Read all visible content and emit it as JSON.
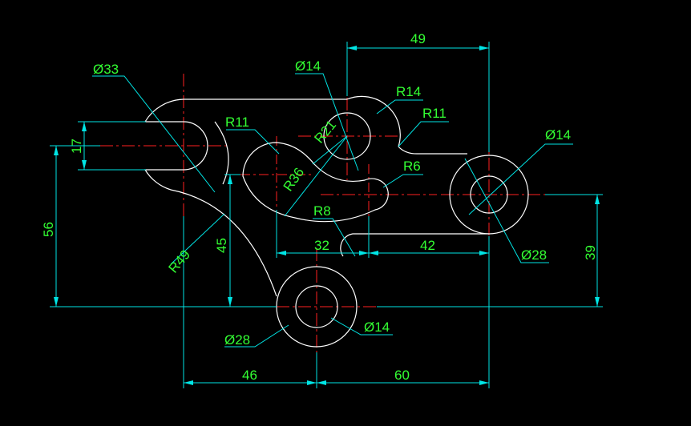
{
  "colors": {
    "background": "#000000",
    "geometry": "#ffffff",
    "centerline": "#ff2020",
    "dimension_line": "#00e5e5",
    "dimension_text": "#33ff33"
  },
  "labels": {
    "d33": "Ø33",
    "d14_top": "Ø14",
    "r14": "R14",
    "r11_top": "R11",
    "r11_left": "R11",
    "r21": "R21",
    "r36": "R36",
    "r6": "R6",
    "r8": "R8",
    "d14_right": "Ø14",
    "d28_right": "Ø28",
    "d28_bottom": "Ø28",
    "d14_bottom": "Ø14",
    "r49": "R49",
    "dim_49": "49",
    "dim_17": "17",
    "dim_56": "56",
    "dim_45": "45",
    "dim_32": "32",
    "dim_42": "42",
    "dim_39": "39",
    "dim_46": "46",
    "dim_60": "60"
  }
}
